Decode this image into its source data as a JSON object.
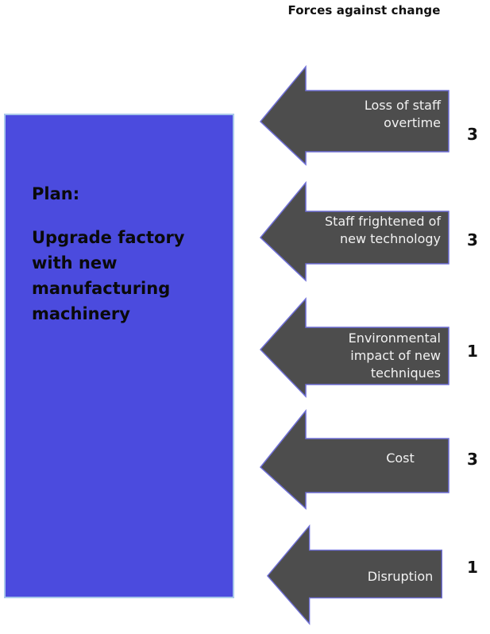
{
  "header": {
    "title": "Forces against change"
  },
  "plan": {
    "label": "Plan:",
    "text": "Upgrade factory with new manufacturing machinery"
  },
  "forces": [
    {
      "label": "Loss of staff\novertime",
      "score": "3"
    },
    {
      "label": "Staff frightened of\nnew technology",
      "score": "3"
    },
    {
      "label": "Environmental\nimpact of new\ntechniques",
      "score": "1"
    },
    {
      "label": "Cost",
      "score": "3"
    },
    {
      "label": "Disruption",
      "score": "1"
    }
  ],
  "colors": {
    "plan_fill": "#4b4bde",
    "plan_border": "#a9c8ea",
    "arrow_fill": "#4d4d4d",
    "arrow_border": "#6f6fd6"
  }
}
